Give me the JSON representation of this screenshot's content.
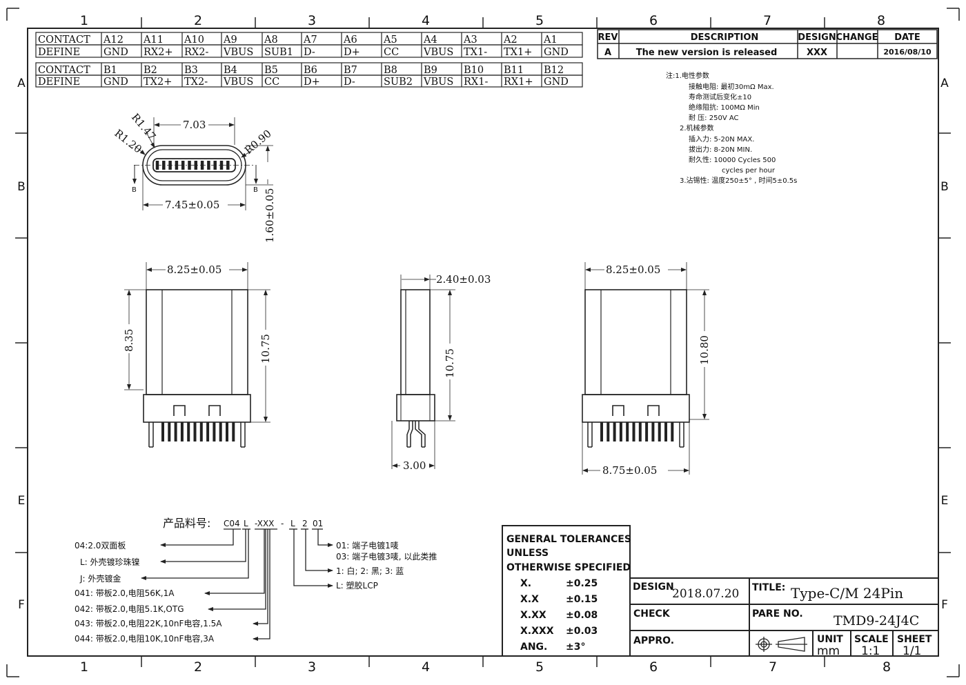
{
  "frame": {
    "columns": [
      "1",
      "2",
      "3",
      "4",
      "5",
      "6",
      "7",
      "8"
    ],
    "rows": [
      "A",
      "B",
      "E",
      "F"
    ]
  },
  "pin_table": {
    "rows": [
      {
        "head": "CONTACT",
        "cells": [
          "A12",
          "A11",
          "A10",
          "A9",
          "A8",
          "A7",
          "A6",
          "A5",
          "A4",
          "A3",
          "A2",
          "A1"
        ]
      },
      {
        "head": "DEFINE",
        "cells": [
          "GND",
          "RX2+",
          "RX2-",
          "VBUS",
          "SUB1",
          "D-",
          "D+",
          "CC",
          "VBUS",
          "TX1-",
          "TX1+",
          "GND"
        ]
      },
      {
        "head": "CONTACT",
        "cells": [
          "B1",
          "B2",
          "B3",
          "B4",
          "B5",
          "B6",
          "B7",
          "B8",
          "B9",
          "B10",
          "B11",
          "B12"
        ]
      },
      {
        "head": "DEFINE",
        "cells": [
          "GND",
          "TX2+",
          "TX2-",
          "VBUS",
          "CC",
          "D+",
          "D-",
          "SUB2",
          "VBUS",
          "RX1-",
          "RX1+",
          "GND"
        ]
      }
    ]
  },
  "revision": {
    "headers": [
      "REV",
      "DESCRIPTION",
      "DESIGN",
      "CHANGE",
      "DATE"
    ],
    "row": [
      "A",
      "The new version is released",
      "XXX",
      "",
      "2016/08/10"
    ]
  },
  "notes": [
    "注:1.电性参数",
    "接触电阻: 最初30mΩ Max.",
    "寿命测试后变化±10",
    "绝缘阻抗: 100MΩ Min",
    "耐    压: 250V AC",
    "2.机械参数",
    "插入力: 5-20N MAX.",
    "拔出力: 8-20N MIN.",
    "耐久性: 10000 Cycles 500",
    "cycles per hour",
    "3.沾锡性: 温度250±5° , 时间5±0.5s"
  ],
  "dimensions": {
    "top_width": "7.03",
    "r147": "R1.47",
    "r120": "R1.20",
    "r090": "R0.90",
    "outer_width": "7.45±0.05",
    "thickness": "1.60±0.05",
    "section_mark": "B",
    "front_width": "8.25±0.05",
    "front_body": "8.35",
    "front_height": "10.75",
    "side_width": "2.40±0.03",
    "side_height": "10.75",
    "side_base": "3.00",
    "back_width": "8.25±0.05",
    "back_height": "10.80",
    "back_base": "8.75±0.05"
  },
  "part_code": {
    "label": "产品料号:",
    "segments": [
      "C04",
      "L",
      "-XXX",
      "-",
      "L",
      "2",
      "01"
    ],
    "legend_left": [
      "04:2.0双面板",
      "L: 外壳镀珍珠镍",
      "J: 外壳镀金",
      "041: 带板2.0,电阻56K,1A",
      "042: 带板2.0,电阻5.1K,OTG",
      "043: 带板2.0,电阻22K,10nF电容,1.5A",
      "044: 带板2.0,电阻10K,10nF电容,3A"
    ],
    "legend_right": [
      "01: 端子电镀1唛",
      "03: 端子电镀3唛, 以此类推",
      "1: 白; 2: 黑; 3: 蓝",
      "L: 塑胶LCP"
    ]
  },
  "tolerances": {
    "title": [
      "GENERAL TOLERANCES",
      "UNLESS",
      "OTHERWISE SPECIFIED"
    ],
    "rows": [
      {
        "key": "X.",
        "value": "±0.25"
      },
      {
        "key": "X.X",
        "value": "±0.15"
      },
      {
        "key": "X.XX",
        "value": "±0.08"
      },
      {
        "key": "X.XXX",
        "value": "±0.03"
      },
      {
        "key": "ANG.",
        "value": "±3°"
      }
    ]
  },
  "title_block": {
    "design_label": "DESIGN",
    "design_date": "2018.07.20",
    "check_label": "CHECK",
    "appro_label": "APPRO.",
    "title_label": "TITLE:",
    "title_value": "Type-C/M 24Pin",
    "pare_label": "PARE NO.",
    "pare_value": "TMD9-24J4C",
    "unit_label": "UNIT",
    "unit_value": "mm",
    "scale_label": "SCALE",
    "scale_value": "1:1",
    "sheet_label": "SHEET",
    "sheet_value": "1/1"
  }
}
